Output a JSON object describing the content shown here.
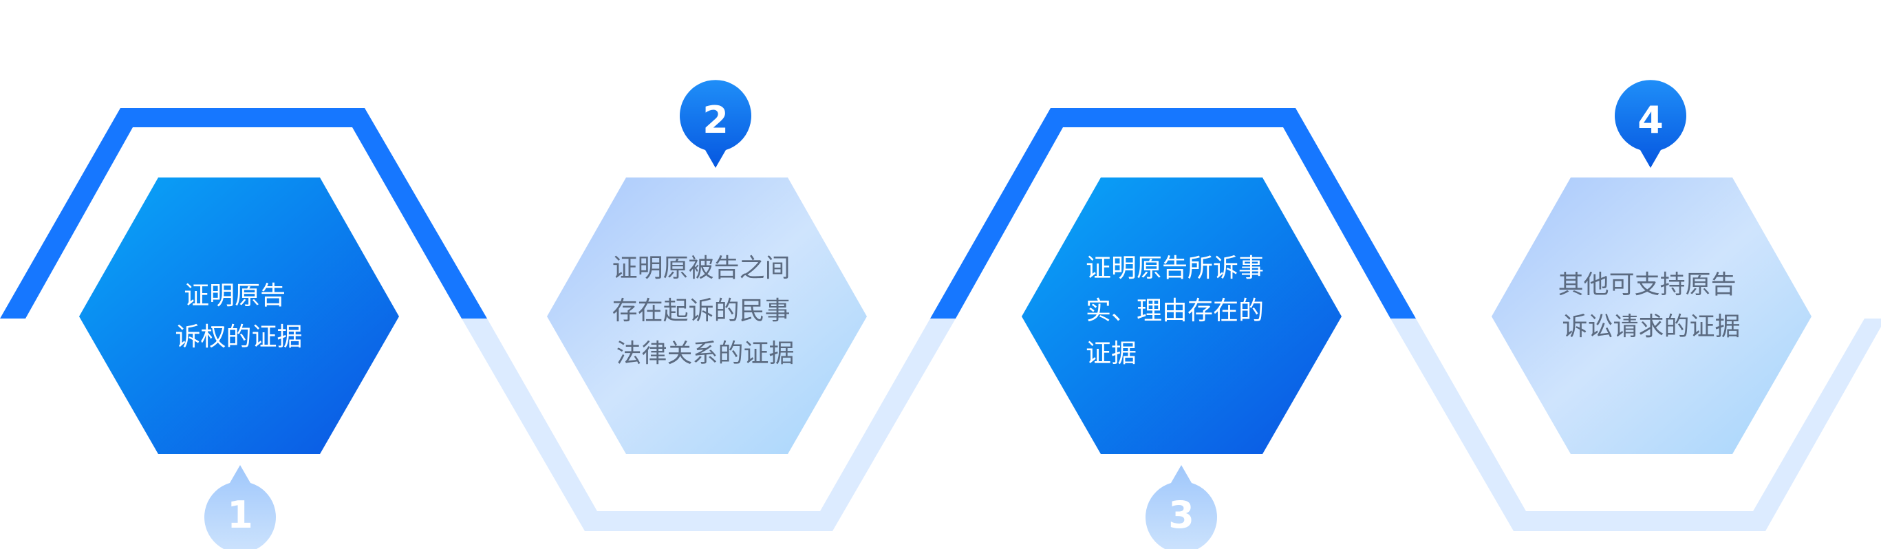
{
  "colors": {
    "accent_blue": "#1677ff",
    "light_band": "#dcebff",
    "text_on_dark": "#ffffff",
    "text_on_light": "#5b6a80"
  },
  "steps": [
    {
      "number": "1",
      "style": "dark",
      "lines": [
        "证明原告",
        "诉权的证据"
      ]
    },
    {
      "number": "2",
      "style": "light",
      "lines": [
        "证明原被告之间",
        "存在起诉的民事",
        "法律关系的证据"
      ]
    },
    {
      "number": "3",
      "style": "dark",
      "lines": [
        "证明原告所诉事",
        "实、理由存在的",
        "证据"
      ]
    },
    {
      "number": "4",
      "style": "light",
      "lines": [
        "其他可支持原告",
        "诉讼请求的证据"
      ]
    }
  ]
}
